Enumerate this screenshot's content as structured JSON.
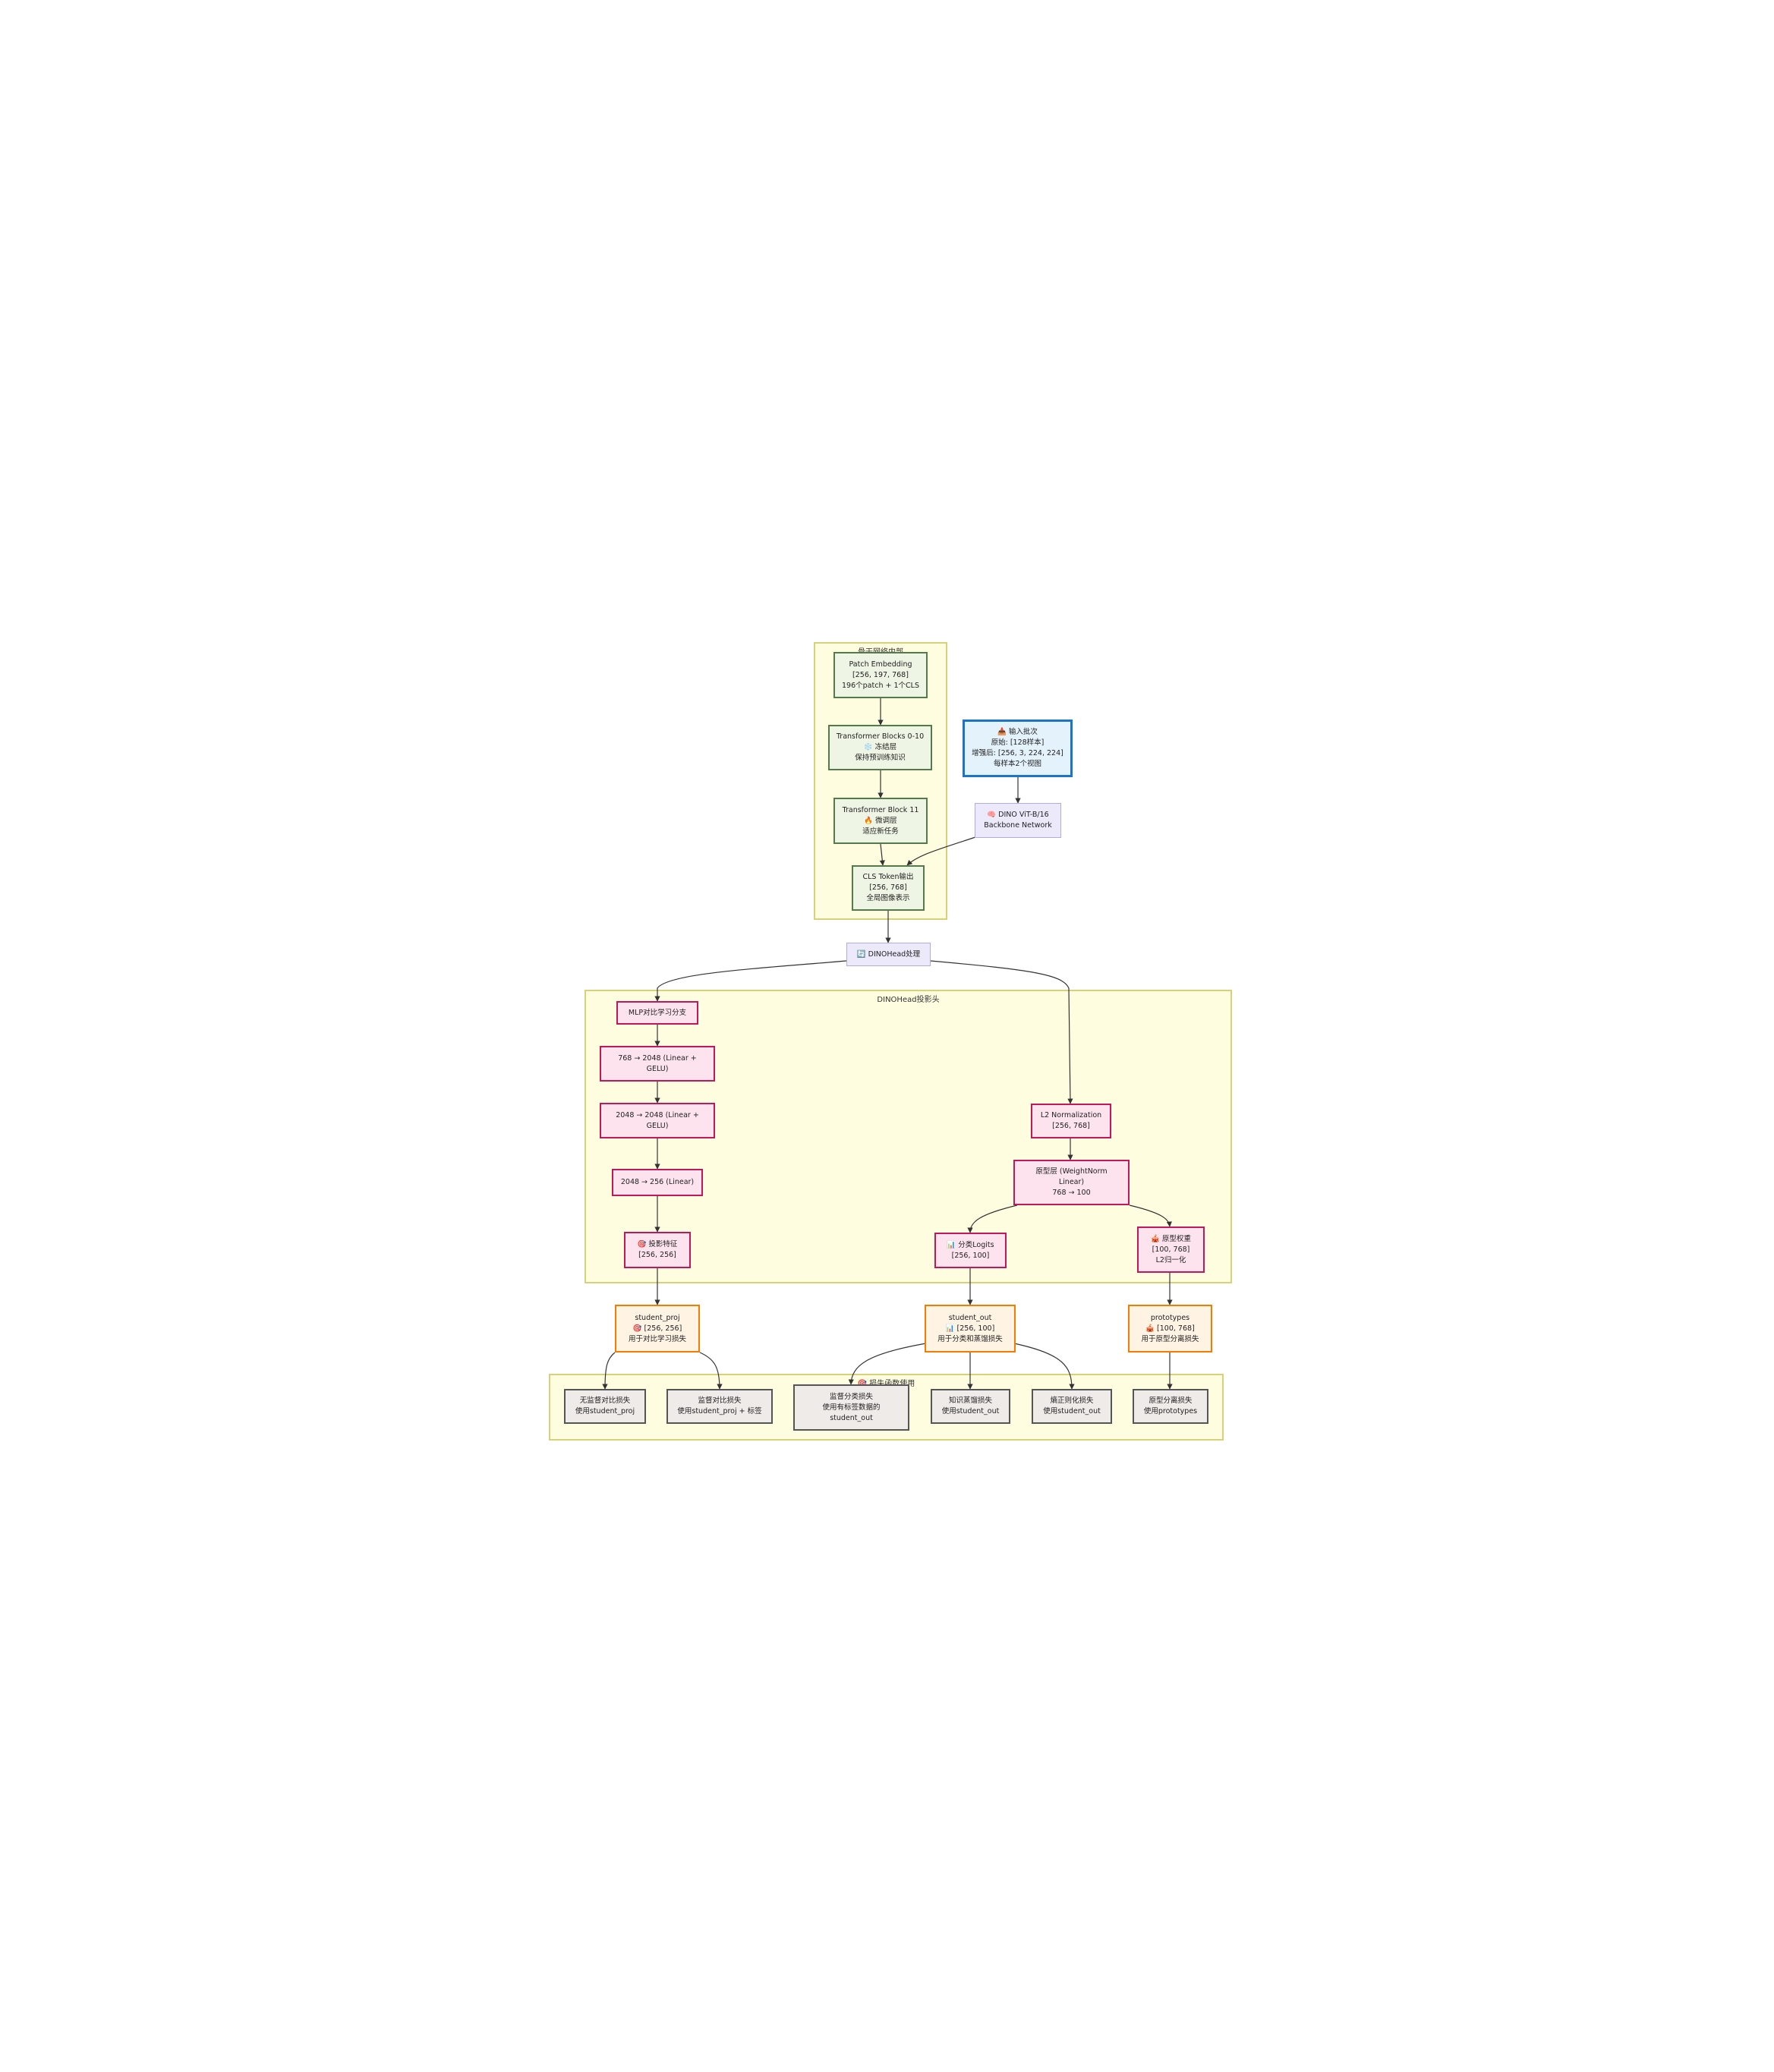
{
  "clusters": {
    "backbone": "骨干网络内部",
    "head": "DINOHead投影头",
    "loss": "🎯 损失函数使用"
  },
  "nodes": {
    "input": [
      "📥 输入批次",
      "原始: [128样本]",
      "增强后: [256, 3, 224, 224]",
      "每样本2个视图"
    ],
    "dino": [
      "🧠 DINO ViT-B/16",
      "Backbone Network"
    ],
    "patch": [
      "Patch Embedding",
      "[256, 197, 768]",
      "196个patch + 1个CLS"
    ],
    "blocks010": [
      "Transformer Blocks 0-10",
      "❄️ 冻结层",
      "保持预训练知识"
    ],
    "block11": [
      "Transformer Block 11",
      "🔥 微调层",
      "适应新任务"
    ],
    "cls": [
      "CLS Token输出",
      "[256, 768]",
      "全局图像表示"
    ],
    "dinohead": [
      "🔄 DINOHead处理"
    ],
    "mlp": [
      "MLP对比学习分支"
    ],
    "mlp1": [
      "768 → 2048 (Linear +",
      "GELU)"
    ],
    "mlp2": [
      "2048 → 2048 (Linear +",
      "GELU)"
    ],
    "mlp3": [
      "2048 → 256 (Linear)"
    ],
    "proj": [
      "🎯 投影特征",
      "[256, 256]"
    ],
    "l2norm": [
      "L2 Normalization",
      "[256, 768]"
    ],
    "protolayer": [
      "原型层 (WeightNorm",
      "Linear)",
      "768 → 100"
    ],
    "logits": [
      "📊 分类Logits",
      "[256, 100]"
    ],
    "protoweights": [
      "🎪 原型权重",
      "[100, 768]",
      "L2归一化"
    ],
    "student_proj": [
      "student_proj",
      "🎯 [256, 256]",
      "用于对比学习损失"
    ],
    "student_out": [
      "student_out",
      "📊 [256, 100]",
      "用于分类和蒸馏损失"
    ],
    "prototypes": [
      "prototypes",
      "🎪 [100, 768]",
      "用于原型分离损失"
    ],
    "loss1": [
      "无监督对比损失",
      "使用student_proj"
    ],
    "loss2": [
      "监督对比损失",
      "使用student_proj + 标签"
    ],
    "loss3": [
      "监督分类损失",
      "使用有标签数据的",
      "student_out"
    ],
    "loss4": [
      "知识蒸馏损失",
      "使用student_out"
    ],
    "loss5": [
      "熵正则化损失",
      "使用student_out"
    ],
    "loss6": [
      "原型分离损失",
      "使用prototypes"
    ]
  },
  "colors": {
    "cluster_fill": "#fffde0",
    "cluster_border": "#d9d07a",
    "backbone_node": "#547a4a",
    "input_node": "#1a74c8",
    "process_node": "#b4abe6",
    "head_node": "#c2185b",
    "output_node": "#f57c00",
    "loss_node": "#555555",
    "edge": "#333333"
  }
}
